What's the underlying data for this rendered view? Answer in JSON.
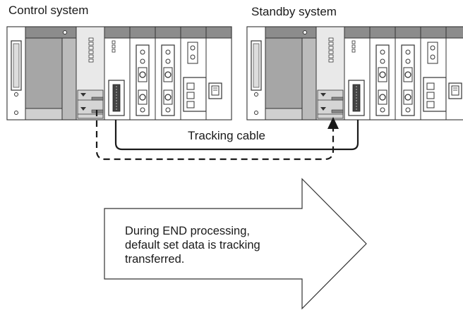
{
  "labels": {
    "control_system": "Control system",
    "standby_system": "Standby system",
    "tracking_cable": "Tracking cable"
  },
  "note": {
    "line1": "During END processing,",
    "line2": "default set data is tracking",
    "line3": "transferred."
  }
}
